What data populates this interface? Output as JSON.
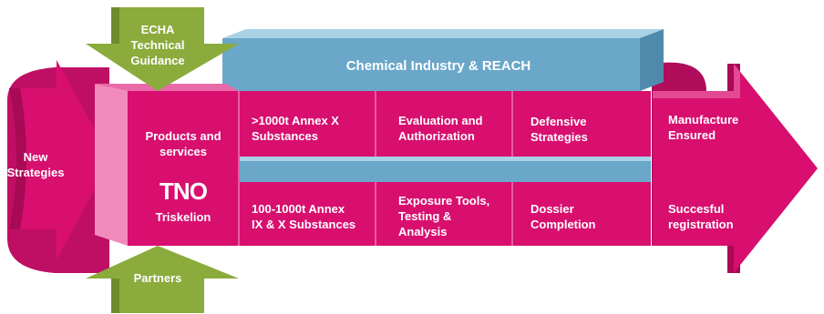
{
  "banner": {
    "title": "Chemical Industry & REACH"
  },
  "top_input": {
    "lines": [
      "ECHA",
      "Technical",
      "Guidance"
    ]
  },
  "bottom_input": {
    "lines": [
      "Partners"
    ]
  },
  "left": {
    "lines": [
      "New",
      "Strategies"
    ]
  },
  "center": {
    "products": [
      "Products and",
      "services"
    ],
    "logo": "TNO",
    "name": "Triskelion"
  },
  "grid": {
    "row1": [
      {
        "lines": [
          ">1000t Annex X",
          "Substances"
        ]
      },
      {
        "lines": [
          "Evaluation and",
          "Authorization"
        ]
      },
      {
        "lines": [
          "Defensive",
          "Strategies"
        ]
      }
    ],
    "row2": [
      {
        "lines": [
          "100-1000t Annex",
          "IX & X Substances"
        ]
      },
      {
        "lines": [
          "Exposure Tools,",
          "Testing &",
          "Analysis"
        ]
      },
      {
        "lines": [
          "Dossier",
          "Completion"
        ]
      }
    ]
  },
  "outcome": {
    "top": [
      "Manufacture",
      "Ensured"
    ],
    "bottom": [
      "Succesful",
      "registration"
    ]
  },
  "colors": {
    "magenta": "#d80f6f",
    "magenta_dark": "#a80a55",
    "magenta_light": "#ec5aa0",
    "blue": "#6aa7c9",
    "blue_light": "#a9d2e6",
    "green": "#8bab3c"
  }
}
